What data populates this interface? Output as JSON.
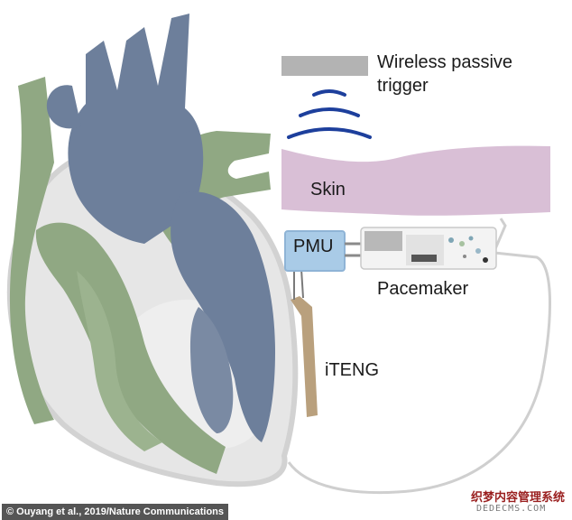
{
  "labels": {
    "trigger_line1": "Wireless passive",
    "trigger_line2": "trigger",
    "skin": "Skin",
    "pmu": "PMU",
    "pacemaker": "Pacemaker",
    "iteng": "iTENG"
  },
  "credit": "© Ouyang et al., 2019/Nature Communications",
  "watermark": {
    "line1": "织梦内容管理系统",
    "line2": "DEDECMS.COM"
  },
  "colors": {
    "heart_outline": "#d7d7d7",
    "heart_body": "#e6e6e6",
    "vessel_blue": "#6d7f9b",
    "tissue_green": "#90a883",
    "skin_pink": "#d9bfd6",
    "pmu_blue": "#a9cbe7",
    "iteng_tan": "#b9a07d",
    "trigger_gray": "#b3b3b3",
    "wave_blue": "#1d3f9c"
  },
  "icons": [
    "heart-illustration",
    "wireless-wave-icon",
    "pacemaker-device"
  ]
}
